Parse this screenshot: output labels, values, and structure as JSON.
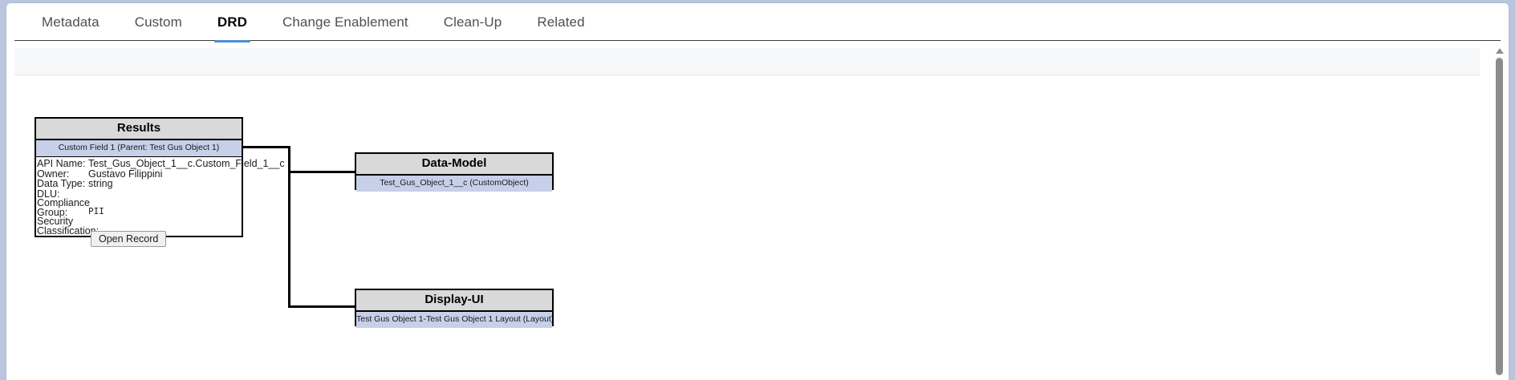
{
  "tabs": [
    {
      "label": "Metadata",
      "active": false
    },
    {
      "label": "Custom",
      "active": false
    },
    {
      "label": "DRD",
      "active": true
    },
    {
      "label": "Change Enablement",
      "active": false
    },
    {
      "label": "Clean-Up",
      "active": false
    },
    {
      "label": "Related",
      "active": false
    }
  ],
  "colors": {
    "accent": "#4a90d9",
    "node_header": "#d9d9d9",
    "node_subtitle": "#c7cfe9",
    "page_bg": "#b9c6dd",
    "toolstrip": "#f7f8f9",
    "scrollbar": "#8c8c8c"
  },
  "diagram": {
    "results": {
      "title": "Results",
      "subtitle": "Custom Field 1 (Parent: Test Gus Object 1)",
      "fields": [
        {
          "label": "API Name:",
          "value": "Test_Gus_Object_1__c.Custom_Field_1__c"
        },
        {
          "label": "Owner:",
          "value": "Gustavo Filippini"
        },
        {
          "label": "Data Type:",
          "value": "string"
        },
        {
          "label": "DLU:",
          "value": ""
        },
        {
          "label": "Compliance Group:",
          "value": "PII"
        },
        {
          "label": "Security Classification:",
          "value": ""
        }
      ],
      "button_label": "Open Record"
    },
    "data_model": {
      "title": "Data-Model",
      "subtitle": "Test_Gus_Object_1__c (CustomObject)"
    },
    "display_ui": {
      "title": "Display-UI",
      "subtitle": "Test Gus Object 1-Test Gus Object 1 Layout (Layout)"
    }
  },
  "scrollbar": {
    "up_arrow": "scroll-up-arrow",
    "position": "top"
  }
}
